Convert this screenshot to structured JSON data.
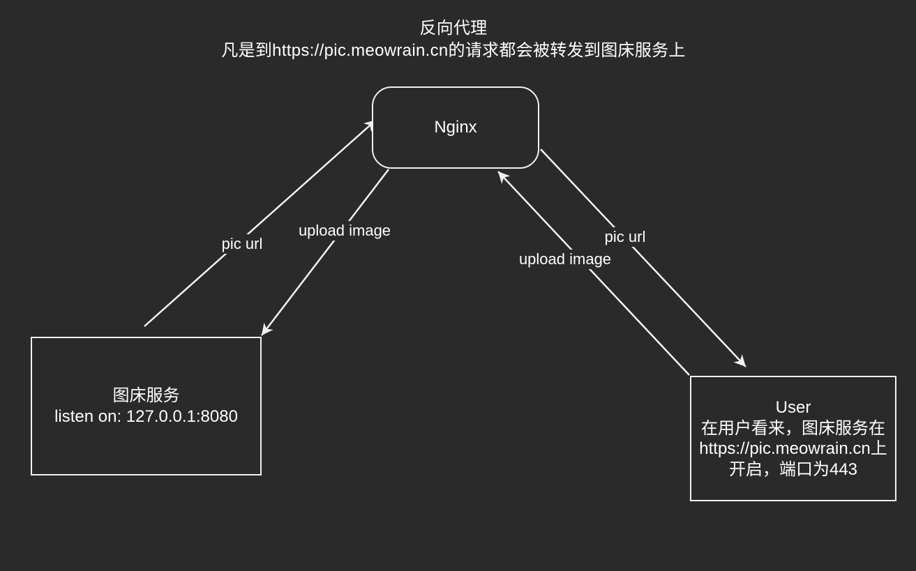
{
  "canvas": {
    "background_color": "#2a2a2a",
    "stroke_color": "#f2f2f2",
    "text_color": "#ffffff"
  },
  "title": {
    "line1": "反向代理",
    "line2": "凡是到https://pic.meowrain.cn的请求都会被转发到图床服务上"
  },
  "nodes": {
    "nginx": {
      "label": "Nginx"
    },
    "image_service": {
      "lines": [
        "图床服务",
        "listen on: 127.0.0.1:8080"
      ]
    },
    "user": {
      "lines": [
        "User",
        "在用户看来，图床服务在",
        "https://pic.meowrain.cn上",
        "开启，端口为443"
      ]
    }
  },
  "edges": [
    {
      "label": "pic url",
      "from": "image_service",
      "to": "nginx"
    },
    {
      "label": "upload image",
      "from": "nginx",
      "to": "image_service"
    },
    {
      "label": "upload image",
      "from": "user",
      "to": "nginx"
    },
    {
      "label": "pic url",
      "from": "nginx",
      "to": "user"
    }
  ]
}
